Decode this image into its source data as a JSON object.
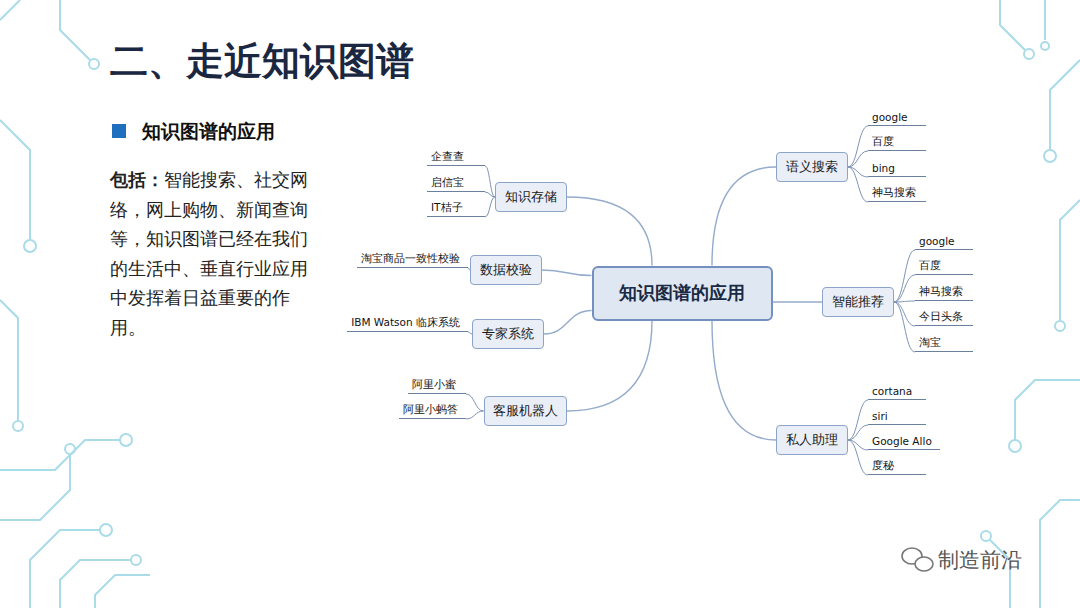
{
  "diagram": {
    "title": "二、走近知识图谱",
    "nodes": [
      {
        "text": [
          "知识图谱的应用"
        ]
      },
      {
        "text": [
          "知识存储"
        ]
      },
      {
        "text": [
          "企查查"
        ]
      },
      {
        "text": [
          "启信宝"
        ]
      },
      {
        "text": [
          "IT桔子"
        ]
      },
      {
        "text": [
          "数据校验"
        ]
      },
      {
        "text": [
          "淘宝商品一致性校验"
        ]
      },
      {
        "text": [
          "专家系统"
        ]
      },
      {
        "text": [
          "IBM Watson 临床系统"
        ]
      },
      {
        "text": [
          "客服机器人"
        ]
      },
      {
        "text": [
          "阿里小蜜"
        ]
      },
      {
        "text": [
          "阿里小蚂答"
        ]
      },
      {
        "text": [
          "语义搜索"
        ]
      },
      {
        "text": [
          "google"
        ]
      },
      {
        "text": [
          "百度"
        ]
      },
      {
        "text": [
          "bing"
        ]
      },
      {
        "text": [
          "神马搜索"
        ]
      },
      {
        "text": [
          "智能推荐"
        ]
      },
      {
        "text": [
          "google"
        ]
      },
      {
        "text": [
          "百度"
        ]
      },
      {
        "text": [
          "神马搜索"
        ]
      },
      {
        "text": [
          "今日头条"
        ]
      },
      {
        "text": [
          "淘宝"
        ]
      },
      {
        "text": [
          "私人助理"
        ]
      },
      {
        "text": [
          "cortana"
        ]
      },
      {
        "text": [
          "siri"
        ]
      },
      {
        "text": [
          "Google Allo"
        ]
      },
      {
        "text": [
          "度秘"
        ]
      }
    ],
    "edges": [
      {
        "from": 0,
        "to": 1,
        "arrow": "none"
      },
      {
        "from": 1,
        "to": 2,
        "arrow": "none"
      },
      {
        "from": 1,
        "to": 3,
        "arrow": "none"
      },
      {
        "from": 1,
        "to": 4,
        "arrow": "none"
      },
      {
        "from": 0,
        "to": 5,
        "arrow": "none"
      },
      {
        "from": 5,
        "to": 6,
        "arrow": "none"
      },
      {
        "from": 0,
        "to": 7,
        "arrow": "none"
      },
      {
        "from": 7,
        "to": 8,
        "arrow": "none"
      },
      {
        "from": 0,
        "to": 9,
        "arrow": "none"
      },
      {
        "from": 9,
        "to": 10,
        "arrow": "none"
      },
      {
        "from": 9,
        "to": 11,
        "arrow": "none"
      },
      {
        "from": 0,
        "to": 12,
        "arrow": "none"
      },
      {
        "from": 12,
        "to": 13,
        "arrow": "none"
      },
      {
        "from": 12,
        "to": 14,
        "arrow": "none"
      },
      {
        "from": 12,
        "to": 15,
        "arrow": "none"
      },
      {
        "from": 12,
        "to": 16,
        "arrow": "none"
      },
      {
        "from": 0,
        "to": 17,
        "arrow": "none"
      },
      {
        "from": 17,
        "to": 18,
        "arrow": "none"
      },
      {
        "from": 17,
        "to": 19,
        "arrow": "none"
      },
      {
        "from": 17,
        "to": 20,
        "arrow": "none"
      },
      {
        "from": 17,
        "to": 21,
        "arrow": "none"
      },
      {
        "from": 17,
        "to": 22,
        "arrow": "none"
      },
      {
        "from": 0,
        "to": 23,
        "arrow": "none"
      },
      {
        "from": 23,
        "to": 24,
        "arrow": "none"
      },
      {
        "from": 23,
        "to": 25,
        "arrow": "none"
      },
      {
        "from": 23,
        "to": 26,
        "arrow": "none"
      },
      {
        "from": 23,
        "to": 27,
        "arrow": "none"
      }
    ],
    "labels": [
      "知识图谱的应用",
      "包括：",
      "智能搜索、社交网络，网上购物、新闻查询等，知识图谱已经在我们的生活中、垂直行业应用中发挥着日益重要的作用。",
      "制造前沿"
    ]
  }
}
